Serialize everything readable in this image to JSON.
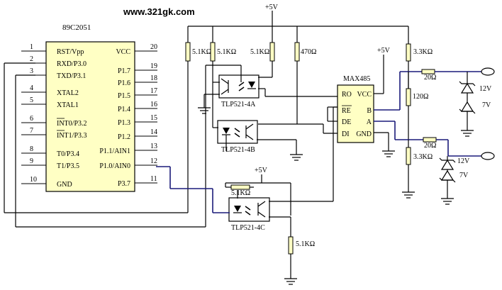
{
  "header": {
    "site": "www.321gk.com"
  },
  "mcu": {
    "name": "89C2051",
    "left_pins": [
      {
        "num": "1",
        "label": "RST/Vpp"
      },
      {
        "num": "2",
        "label": "RXD/P3.0"
      },
      {
        "num": "3",
        "label": "TXD/P3.1"
      },
      {
        "num": "4",
        "label": "XTAL2"
      },
      {
        "num": "5",
        "label": "XTAL1"
      },
      {
        "num": "6",
        "label": "INT0/P3.2"
      },
      {
        "num": "7",
        "label": "INT1/P3.3"
      },
      {
        "num": "8",
        "label": "T0/P3.4"
      },
      {
        "num": "9",
        "label": "T1/P3.5"
      },
      {
        "num": "10",
        "label": "GND"
      }
    ],
    "right_pins": [
      {
        "num": "20",
        "label": "VCC"
      },
      {
        "num": "19",
        "label": "P1.7"
      },
      {
        "num": "18",
        "label": "P1.6"
      },
      {
        "num": "17",
        "label": "P1.5"
      },
      {
        "num": "16",
        "label": "P1.4"
      },
      {
        "num": "15",
        "label": "P1.3"
      },
      {
        "num": "14",
        "label": "P1.2"
      },
      {
        "num": "13",
        "label": "P1.1/AIN1"
      },
      {
        "num": "12",
        "label": "P1.0/AIN0"
      },
      {
        "num": "11",
        "label": "P3.7"
      }
    ]
  },
  "supplies": {
    "top": "+5V",
    "max": "+5V",
    "opto_c": "+5V"
  },
  "resistors": {
    "r1": "5.1KΩ",
    "r2": "5.1KΩ",
    "r3": "5.1KΩ",
    "r4": "470Ω",
    "r5": "3.3KΩ",
    "r6": "120Ω",
    "r7": "3.3KΩ",
    "r8": "20Ω",
    "r9": "20Ω",
    "r10": "5.1KΩ",
    "r11": "5.1KΩ"
  },
  "optos": {
    "a": "TLP521-4A",
    "b": "TLP521-4B",
    "c": "TLP521-4C"
  },
  "transceiver": {
    "name": "MAX485",
    "left_pins": [
      "RO",
      "RE",
      "DE",
      "DI"
    ],
    "right_pins": [
      "VCC",
      "B",
      "A",
      "GND"
    ]
  },
  "zeners": {
    "z1": "12V",
    "z2": "7V",
    "z3": "12V",
    "z4": "7V"
  }
}
